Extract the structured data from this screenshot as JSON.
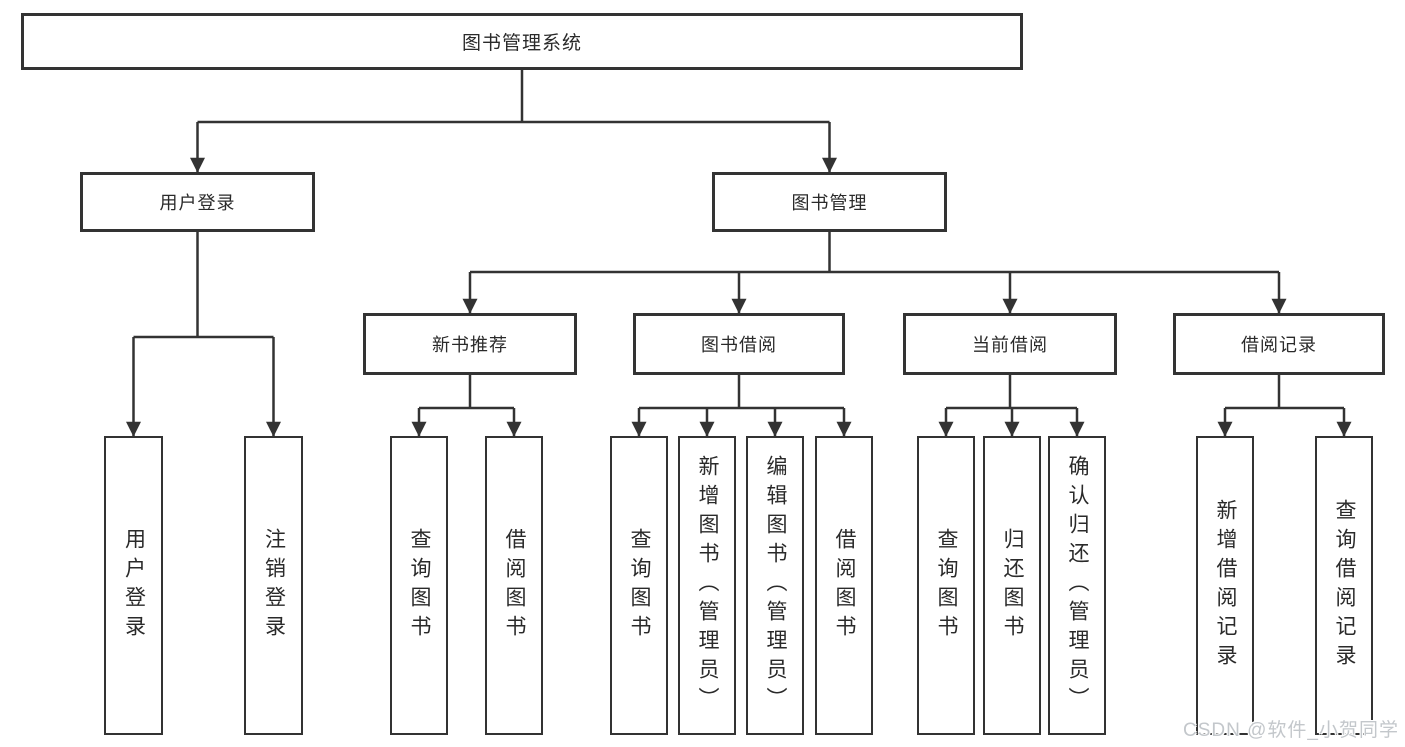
{
  "diagram_title": "图书管理系统",
  "nodes": {
    "root": {
      "label": "图书管理系统"
    },
    "user_login": {
      "label": "用户登录"
    },
    "book_mgmt": {
      "label": "图书管理"
    },
    "new_book_rec": {
      "label": "新书推荐"
    },
    "book_borrow": {
      "label": "图书借阅"
    },
    "current_borrow": {
      "label": "当前借阅"
    },
    "borrow_record": {
      "label": "借阅记录"
    },
    "leaf_login": {
      "label": "用户登录"
    },
    "leaf_logout": {
      "label": "注销登录"
    },
    "leaf_rec_query": {
      "label": "查询图书"
    },
    "leaf_rec_borrow": {
      "label": "借阅图书"
    },
    "leaf_bor_query": {
      "label": "查询图书"
    },
    "leaf_bor_add": {
      "label": "新增图书（管理员）"
    },
    "leaf_bor_edit": {
      "label": "编辑图书（管理员）"
    },
    "leaf_bor_borrow": {
      "label": "借阅图书"
    },
    "leaf_cur_query": {
      "label": "查询图书"
    },
    "leaf_cur_return": {
      "label": "归还图书"
    },
    "leaf_cur_confirm": {
      "label": "确认归还（管理员）"
    },
    "leaf_rek_add": {
      "label": "新增借阅记录"
    },
    "leaf_rek_query": {
      "label": "查询借阅记录"
    }
  },
  "hierarchy": {
    "图书管理系统": {
      "用户登录": [
        "用户登录",
        "注销登录"
      ],
      "图书管理": {
        "新书推荐": [
          "查询图书",
          "借阅图书"
        ],
        "图书借阅": [
          "查询图书",
          "新增图书（管理员）",
          "编辑图书（管理员）",
          "借阅图书"
        ],
        "当前借阅": [
          "查询图书",
          "归还图书",
          "确认归还（管理员）"
        ],
        "借阅记录": [
          "新增借阅记录",
          "查询借阅记录"
        ]
      }
    }
  },
  "watermark": {
    "text": "CSDN @软件_小贺同学"
  },
  "colors": {
    "line": "#333333",
    "box_border": "#333333",
    "text": "#2a2a2a",
    "watermark": "#c3c7cb",
    "background": "#ffffff"
  }
}
